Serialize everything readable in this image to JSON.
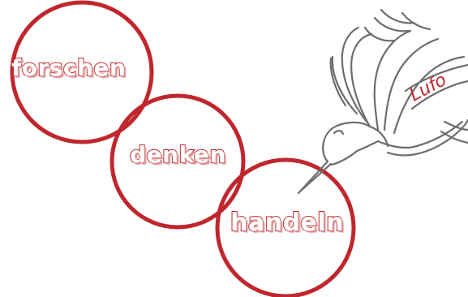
{
  "words": {
    "first": "forschen",
    "second": "denken",
    "third": "handeln"
  },
  "banner": {
    "text": "Lufo"
  },
  "colors": {
    "ring": "#c0272d",
    "text_outline": "#c0272d",
    "bird_line": "#6d6d6d",
    "background": "#ffffff"
  },
  "icons": {
    "bird": "hummingbird-sketch-icon"
  }
}
